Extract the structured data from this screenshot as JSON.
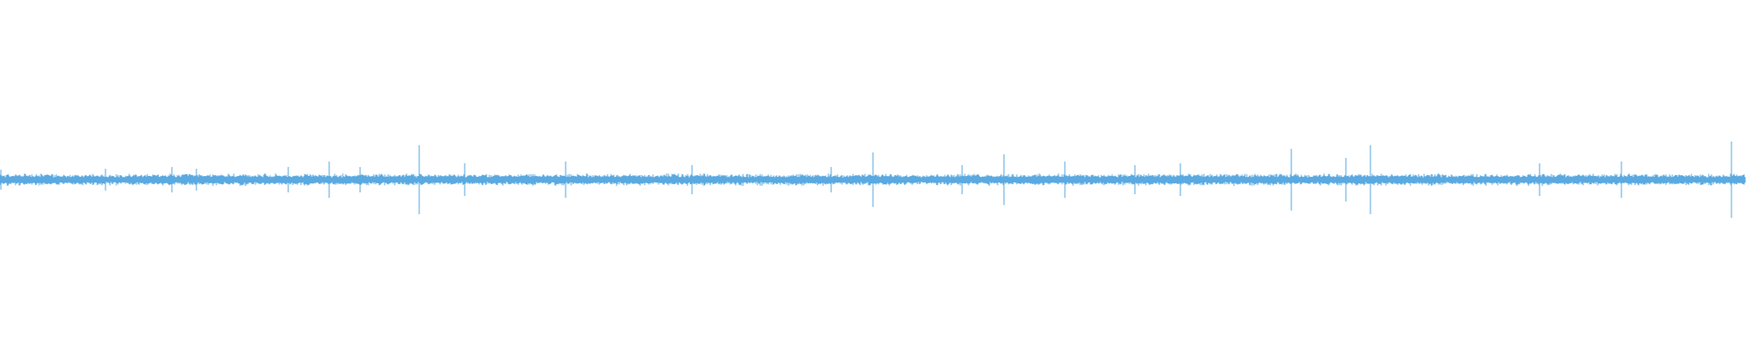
{
  "waveform": {
    "color": "#5aa9e0",
    "background": "#ffffff",
    "baseline_amplitude": 0.035,
    "baseline_amplitude_normalized_note": "",
    "transient_peaks": [
      {
        "t": 0.0,
        "amp": 0.055
      },
      {
        "t": 0.06,
        "amp": 0.06
      },
      {
        "t": 0.098,
        "amp": 0.07
      },
      {
        "t": 0.112,
        "amp": 0.06
      },
      {
        "t": 0.165,
        "amp": 0.07
      },
      {
        "t": 0.188,
        "amp": 0.1
      },
      {
        "t": 0.206,
        "amp": 0.07
      },
      {
        "t": 0.24,
        "amp": 0.19
      },
      {
        "t": 0.266,
        "amp": 0.09
      },
      {
        "t": 0.324,
        "amp": 0.1
      },
      {
        "t": 0.396,
        "amp": 0.08
      },
      {
        "t": 0.476,
        "amp": 0.07
      },
      {
        "t": 0.5,
        "amp": 0.15
      },
      {
        "t": 0.551,
        "amp": 0.08
      },
      {
        "t": 0.575,
        "amp": 0.14
      },
      {
        "t": 0.61,
        "amp": 0.1
      },
      {
        "t": 0.65,
        "amp": 0.08
      },
      {
        "t": 0.676,
        "amp": 0.09
      },
      {
        "t": 0.74,
        "amp": 0.17
      },
      {
        "t": 0.771,
        "amp": 0.12
      },
      {
        "t": 0.785,
        "amp": 0.19
      },
      {
        "t": 0.882,
        "amp": 0.09
      },
      {
        "t": 0.929,
        "amp": 0.1
      },
      {
        "t": 0.992,
        "amp": 0.21
      }
    ]
  }
}
